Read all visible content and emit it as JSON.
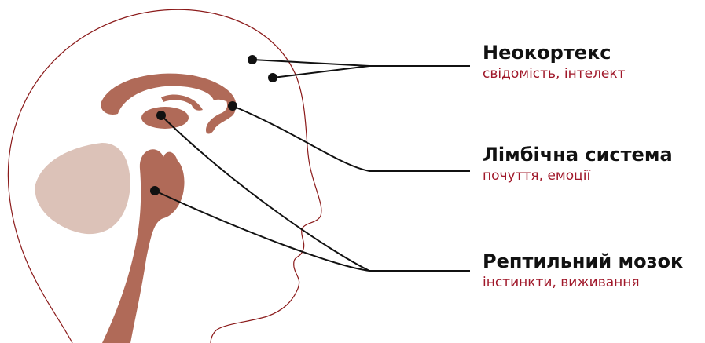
{
  "colors": {
    "head_outline": "#8b1a1a",
    "brain_structure": "#b06a58",
    "cerebellum": "#dcc2b8",
    "pointer_line": "#111111",
    "title_text": "#111111",
    "subtitle_text": "#a0182a"
  },
  "labels": {
    "neocortex": {
      "title": "Неокортекс",
      "subtitle": "свідомість, інтелект"
    },
    "limbic": {
      "title": "Лімбічна система",
      "subtitle": "почуття, емоції"
    },
    "reptilian": {
      "title": "Рептильний мозок",
      "subtitle": "інстинкти, виживання"
    }
  }
}
